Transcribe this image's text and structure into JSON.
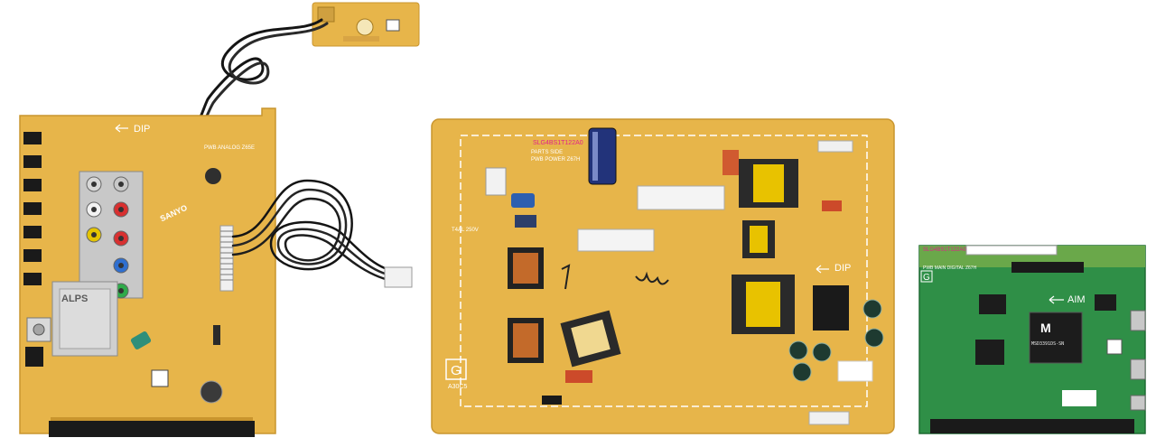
{
  "colors": {
    "pcb_yellow": "#e7b54a",
    "pcb_yellow_edge": "#c9952e",
    "pcb_green": "#2f8f47",
    "pcb_green_dark": "#1f6b34",
    "connector_black": "#1a1a1a",
    "silkscreen": "#ffffff",
    "label_pink": "#e0218a"
  },
  "boards": {
    "analog": {
      "dip_label": "DIP",
      "pwb_label": "PWB ANALOG Z65E",
      "brand_label": "SANYO",
      "tuner_label": "ALPS"
    },
    "power": {
      "parts_label": "PARTS SIDE",
      "pwb_label": "PWB POWER Z67H",
      "dip_label": "DIP",
      "fuse_label": "T4AL 250V",
      "g_mark": "G",
      "code_label": "A30C5"
    },
    "digital": {
      "board_code": "SLG4BS1T122A0",
      "pwb_label": "PWB MAIN DIGITAL Z67H",
      "aim_label": "AIM",
      "chip_logo": "M",
      "chip_part": "MSD3391DS-SN",
      "g_mark": "G"
    }
  }
}
